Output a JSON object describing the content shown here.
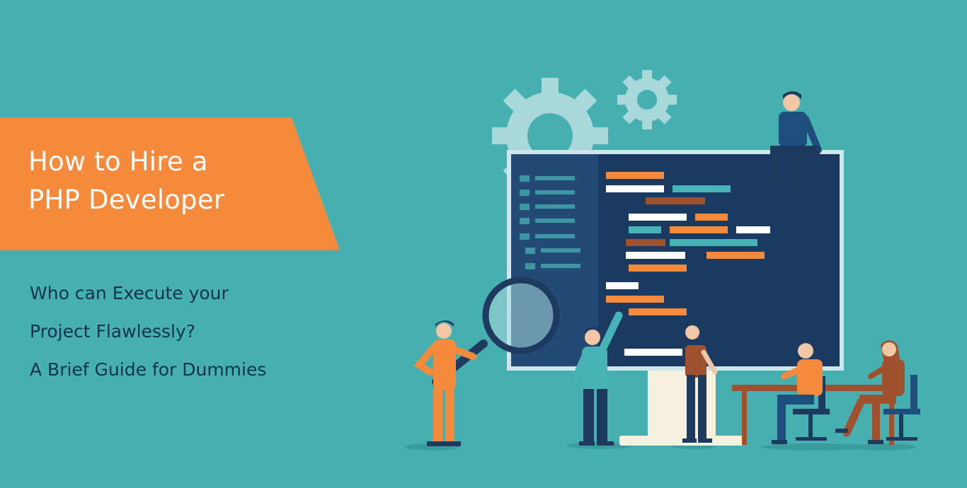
{
  "banner": {
    "title_lines": [
      "How to Hire a",
      "PHP Developer"
    ],
    "subtitle_lines": [
      "Who can Execute your",
      "Project Flawlessly?",
      "A Brief Guide for Dummies"
    ]
  },
  "colors": {
    "background": "#46b0b1",
    "banner": "#f58a3c",
    "monitor_screen": "#1b3a62",
    "monitor_bezel": "#cfe6ea",
    "code_orange": "#f58a3c",
    "code_teal": "#48b3b6",
    "code_white": "#ffffff",
    "code_brown": "#a0512d",
    "gear": "#a9d8db",
    "navy": "#1e3a5f",
    "skin": "#f2c7a5"
  },
  "icons": [
    "gear-icon",
    "magnifying-glass-icon",
    "code-editor-icon"
  ]
}
